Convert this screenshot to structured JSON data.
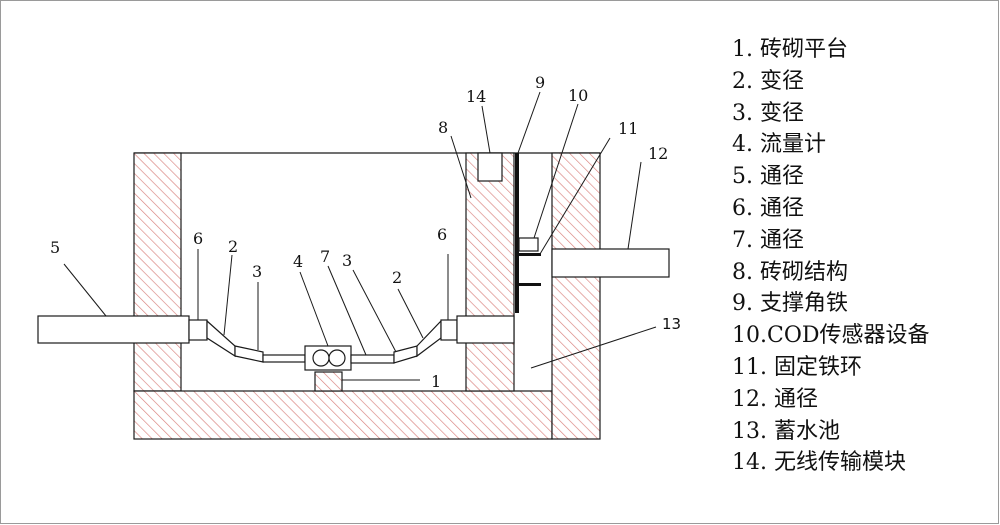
{
  "diagram": {
    "labels": {
      "l1": "1",
      "l2a": "2",
      "l2b": "2",
      "l3a": "3",
      "l3b": "3",
      "l4": "4",
      "l5": "5",
      "l6a": "6",
      "l6b": "6",
      "l7": "7",
      "l8": "8",
      "l9": "9",
      "l10": "10",
      "l11": "11",
      "l12": "12",
      "l13": "13",
      "l14": "14"
    }
  },
  "legend": [
    "1. 砖砌平台",
    "2. 变径",
    "3. 变径",
    "4. 流量计",
    "5. 通径",
    "6. 通径",
    "7. 通径",
    "8. 砖砌结构",
    "9. 支撑角铁",
    "10.COD传感器设备",
    "11. 固定铁环",
    "12. 通径",
    "13. 蓄水池",
    "14. 无线传输模块"
  ],
  "colors": {
    "hatch": "#d9817d",
    "line": "#1a1a1a",
    "bar": "#111111"
  }
}
